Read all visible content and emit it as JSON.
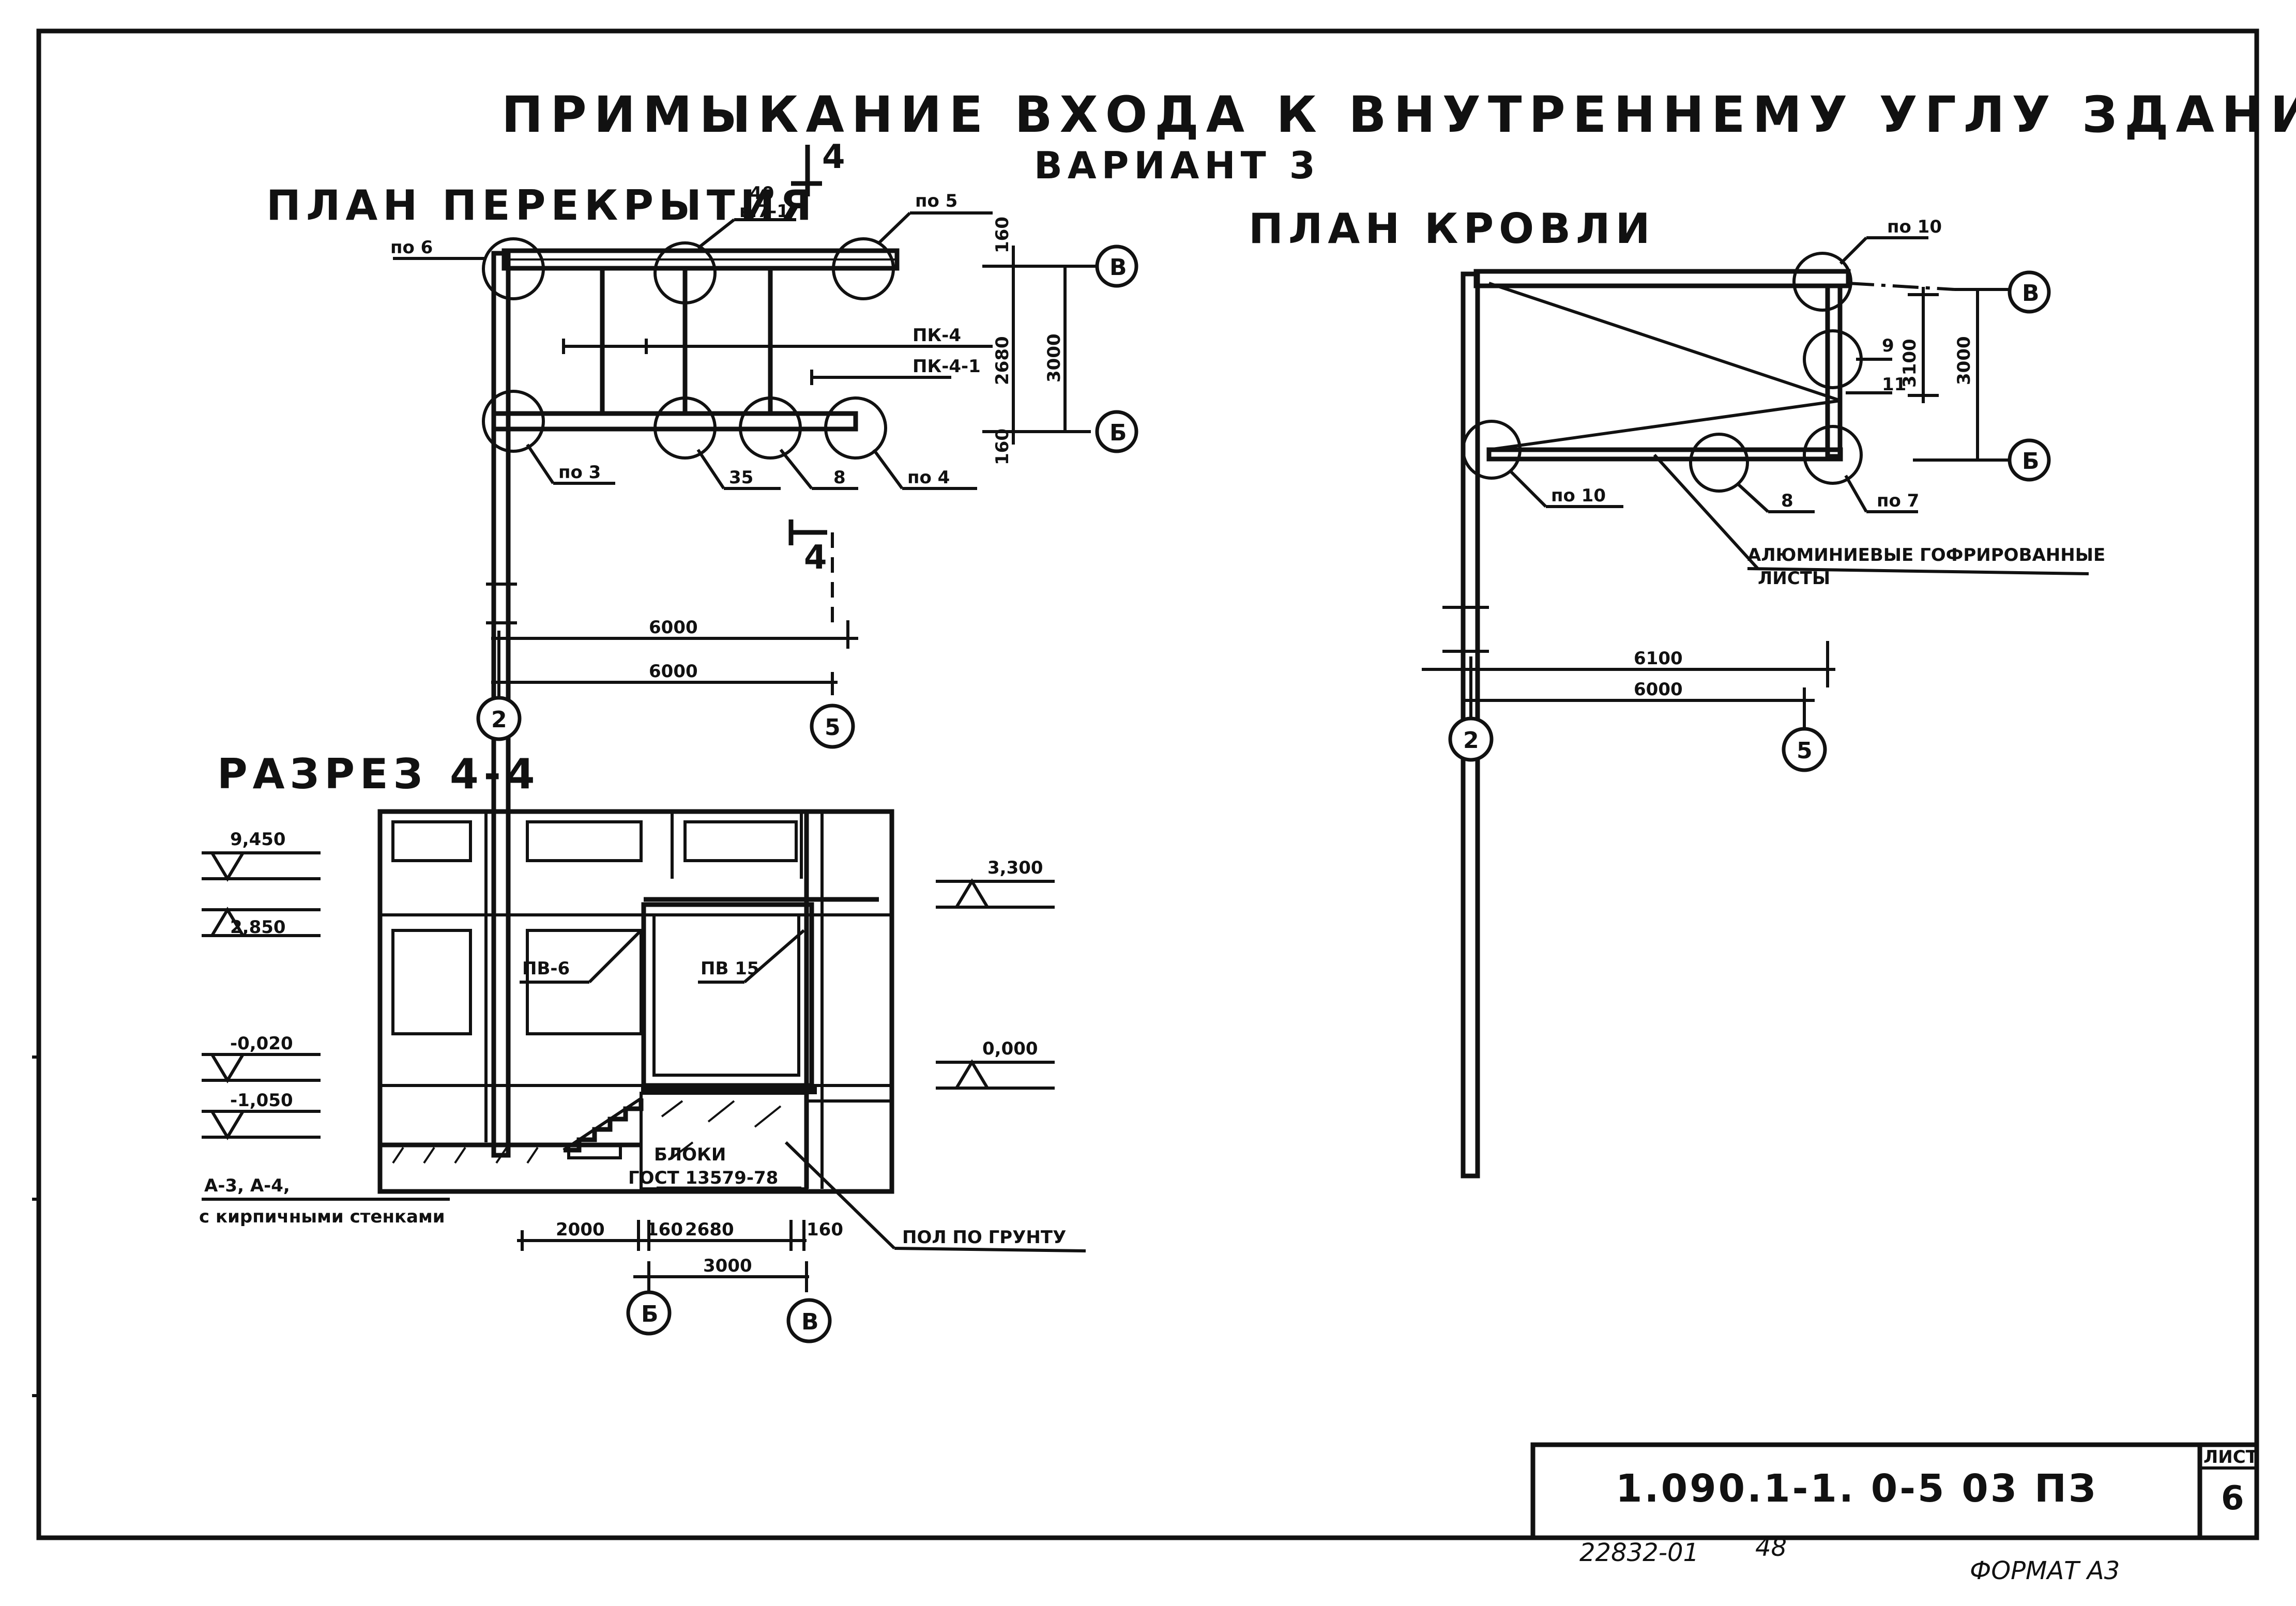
{
  "title": "ПРИМЫКАНИЕ ВХОДА К ВНУТРЕННЕМУ УГЛУ ЗДАНИЯ",
  "subtitle": "ВАРИАНТ 3",
  "floor_plan": {
    "heading": "ПЛАН ПЕРЕКРЫТИЯ",
    "callouts": [
      "по 6",
      "40",
      "в.7-1",
      "по 5",
      "по 3",
      "35",
      "8",
      "по 4"
    ],
    "labels": [
      "ПК-4",
      "ПК-4-1"
    ],
    "section_marks": [
      "4",
      "4"
    ],
    "dims": [
      "160",
      "2680",
      "3000",
      "160",
      "6000",
      "6000"
    ],
    "axes": [
      "В",
      "Б",
      "2",
      "5"
    ]
  },
  "roof_plan": {
    "heading": "ПЛАН КРОВЛИ",
    "callouts": [
      "по 10",
      "9",
      "11",
      "по 10",
      "8",
      "по 7"
    ],
    "dims": [
      "3100",
      "3000",
      "6100",
      "6000"
    ],
    "axes": [
      "В",
      "Б",
      "2",
      "5"
    ],
    "note_line1": "АЛЮМИНИЕВЫЕ ГОФРИРОВАННЫЕ",
    "note_line2": "ЛИСТЫ"
  },
  "section": {
    "heading": "РАЗРЕЗ",
    "heading_num": "4-4",
    "levels_left": [
      "9,450",
      "2,850",
      "-0,020",
      "-1,050"
    ],
    "levels_right": [
      "3,300",
      "0,000"
    ],
    "labels": [
      "ПВ-6",
      "ПВ 15"
    ],
    "block_line1": "БЛОКИ",
    "block_line2": "ГОСТ 13579-78",
    "note_left1": "А-3, А-4,",
    "note_left2": "с кирпичными стенками",
    "note_right": "ПОЛ ПО ГРУНТУ",
    "dims": [
      "2000",
      "160",
      "2680",
      "160",
      "3000"
    ],
    "axes": [
      "Б",
      "В"
    ]
  },
  "stamp": {
    "code": "1.090.1-1. 0-5  03 ПЗ",
    "sheet_label": "ЛИСТ",
    "sheet_no": "6"
  },
  "footer": {
    "inv": "22832-01",
    "num": "48",
    "format": "ФОРМАТ А3"
  }
}
